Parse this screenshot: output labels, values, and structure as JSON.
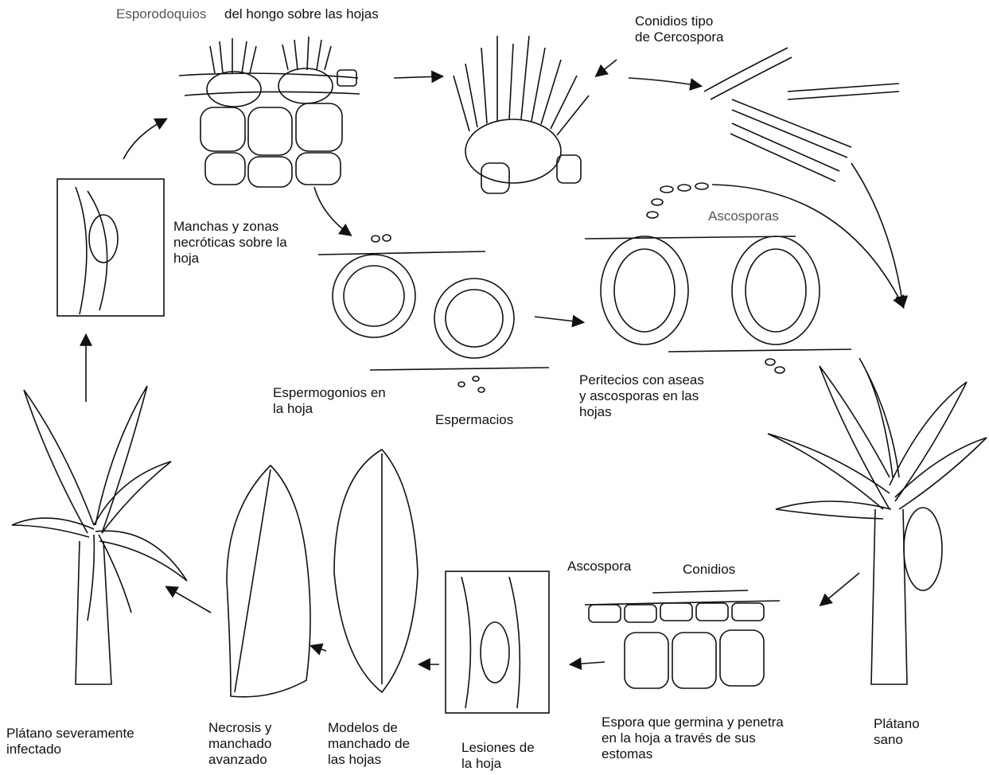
{
  "labels": {
    "esporodoquios_a": "Esporodoquios",
    "esporodoquios_b": "del hongo sobre las hojas",
    "conidios_tipo": "Conidios tipo\nde Cercospora",
    "manchas": "Manchas y zonas\nnecróticas sobre la\nhoja",
    "ascosporas": "Ascosporas",
    "espermogonios": "Espermogonios en\nla hoja",
    "espermacios": "Espermacios",
    "peritecios": "Peritecios con aseas\ny ascosporas en las\nhojas",
    "ascospora": "Ascospora",
    "conidios": "Conidios",
    "platano_severo": "Plátano severamente\ninfectado",
    "necrosis": "Necrosis y\nmanchado\navanzado",
    "modelos": "Modelos de\nmanchado de\nlas hojas",
    "lesiones": "Lesiones de\nla hoja",
    "espora_germina": "Espora que germina y penetra\nen la hoja a través de sus\nestomas",
    "platano_sano": "Plátano\nsano"
  }
}
